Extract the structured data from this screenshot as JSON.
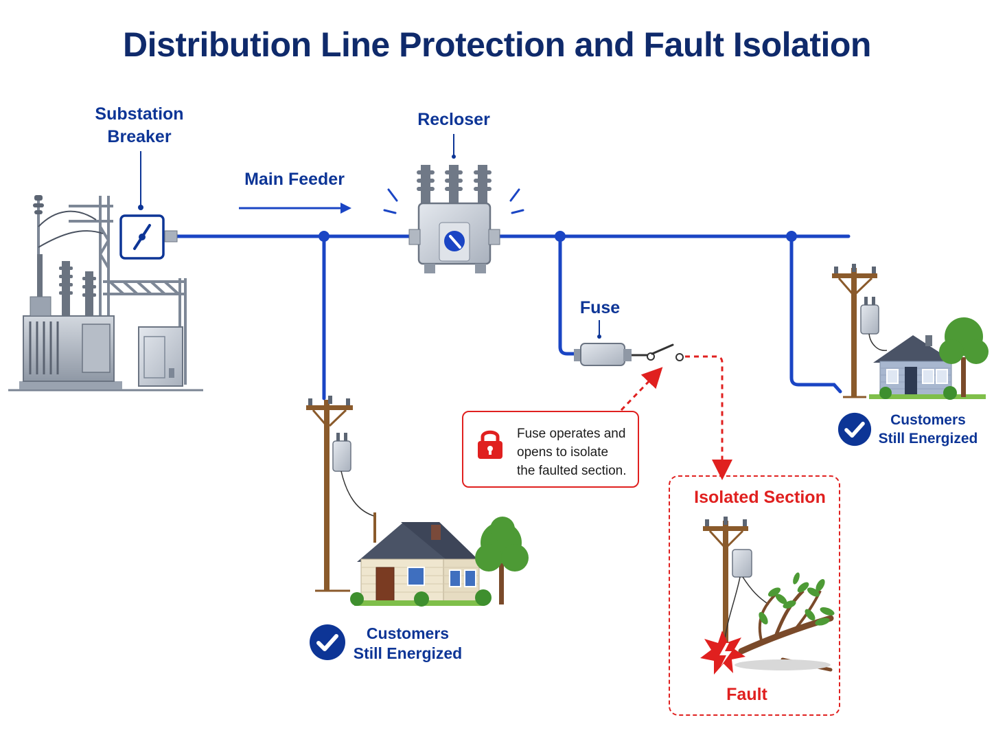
{
  "title": "Distribution Line Protection and Fault Isolation",
  "labels": {
    "substation_breaker": [
      "Substation",
      "Breaker"
    ],
    "main_feeder": "Main Feeder",
    "recloser": "Recloser",
    "fuse": "Fuse",
    "isolated_section": "Isolated Section",
    "fault": "Fault"
  },
  "callout": {
    "lines": [
      "Fuse operates and",
      "opens to isolate",
      "the faulted section."
    ],
    "icon": "lock-icon"
  },
  "status": [
    {
      "lines": [
        "Customers",
        "Still Energized"
      ],
      "icon": "check-circle-icon"
    },
    {
      "lines": [
        "Customers",
        "Still Energized"
      ],
      "icon": "check-circle-icon"
    }
  ],
  "colors": {
    "feeder": "#1a45c4",
    "title": "#0f2a6b",
    "label": "#0d3596",
    "fault": "#e0201f"
  }
}
